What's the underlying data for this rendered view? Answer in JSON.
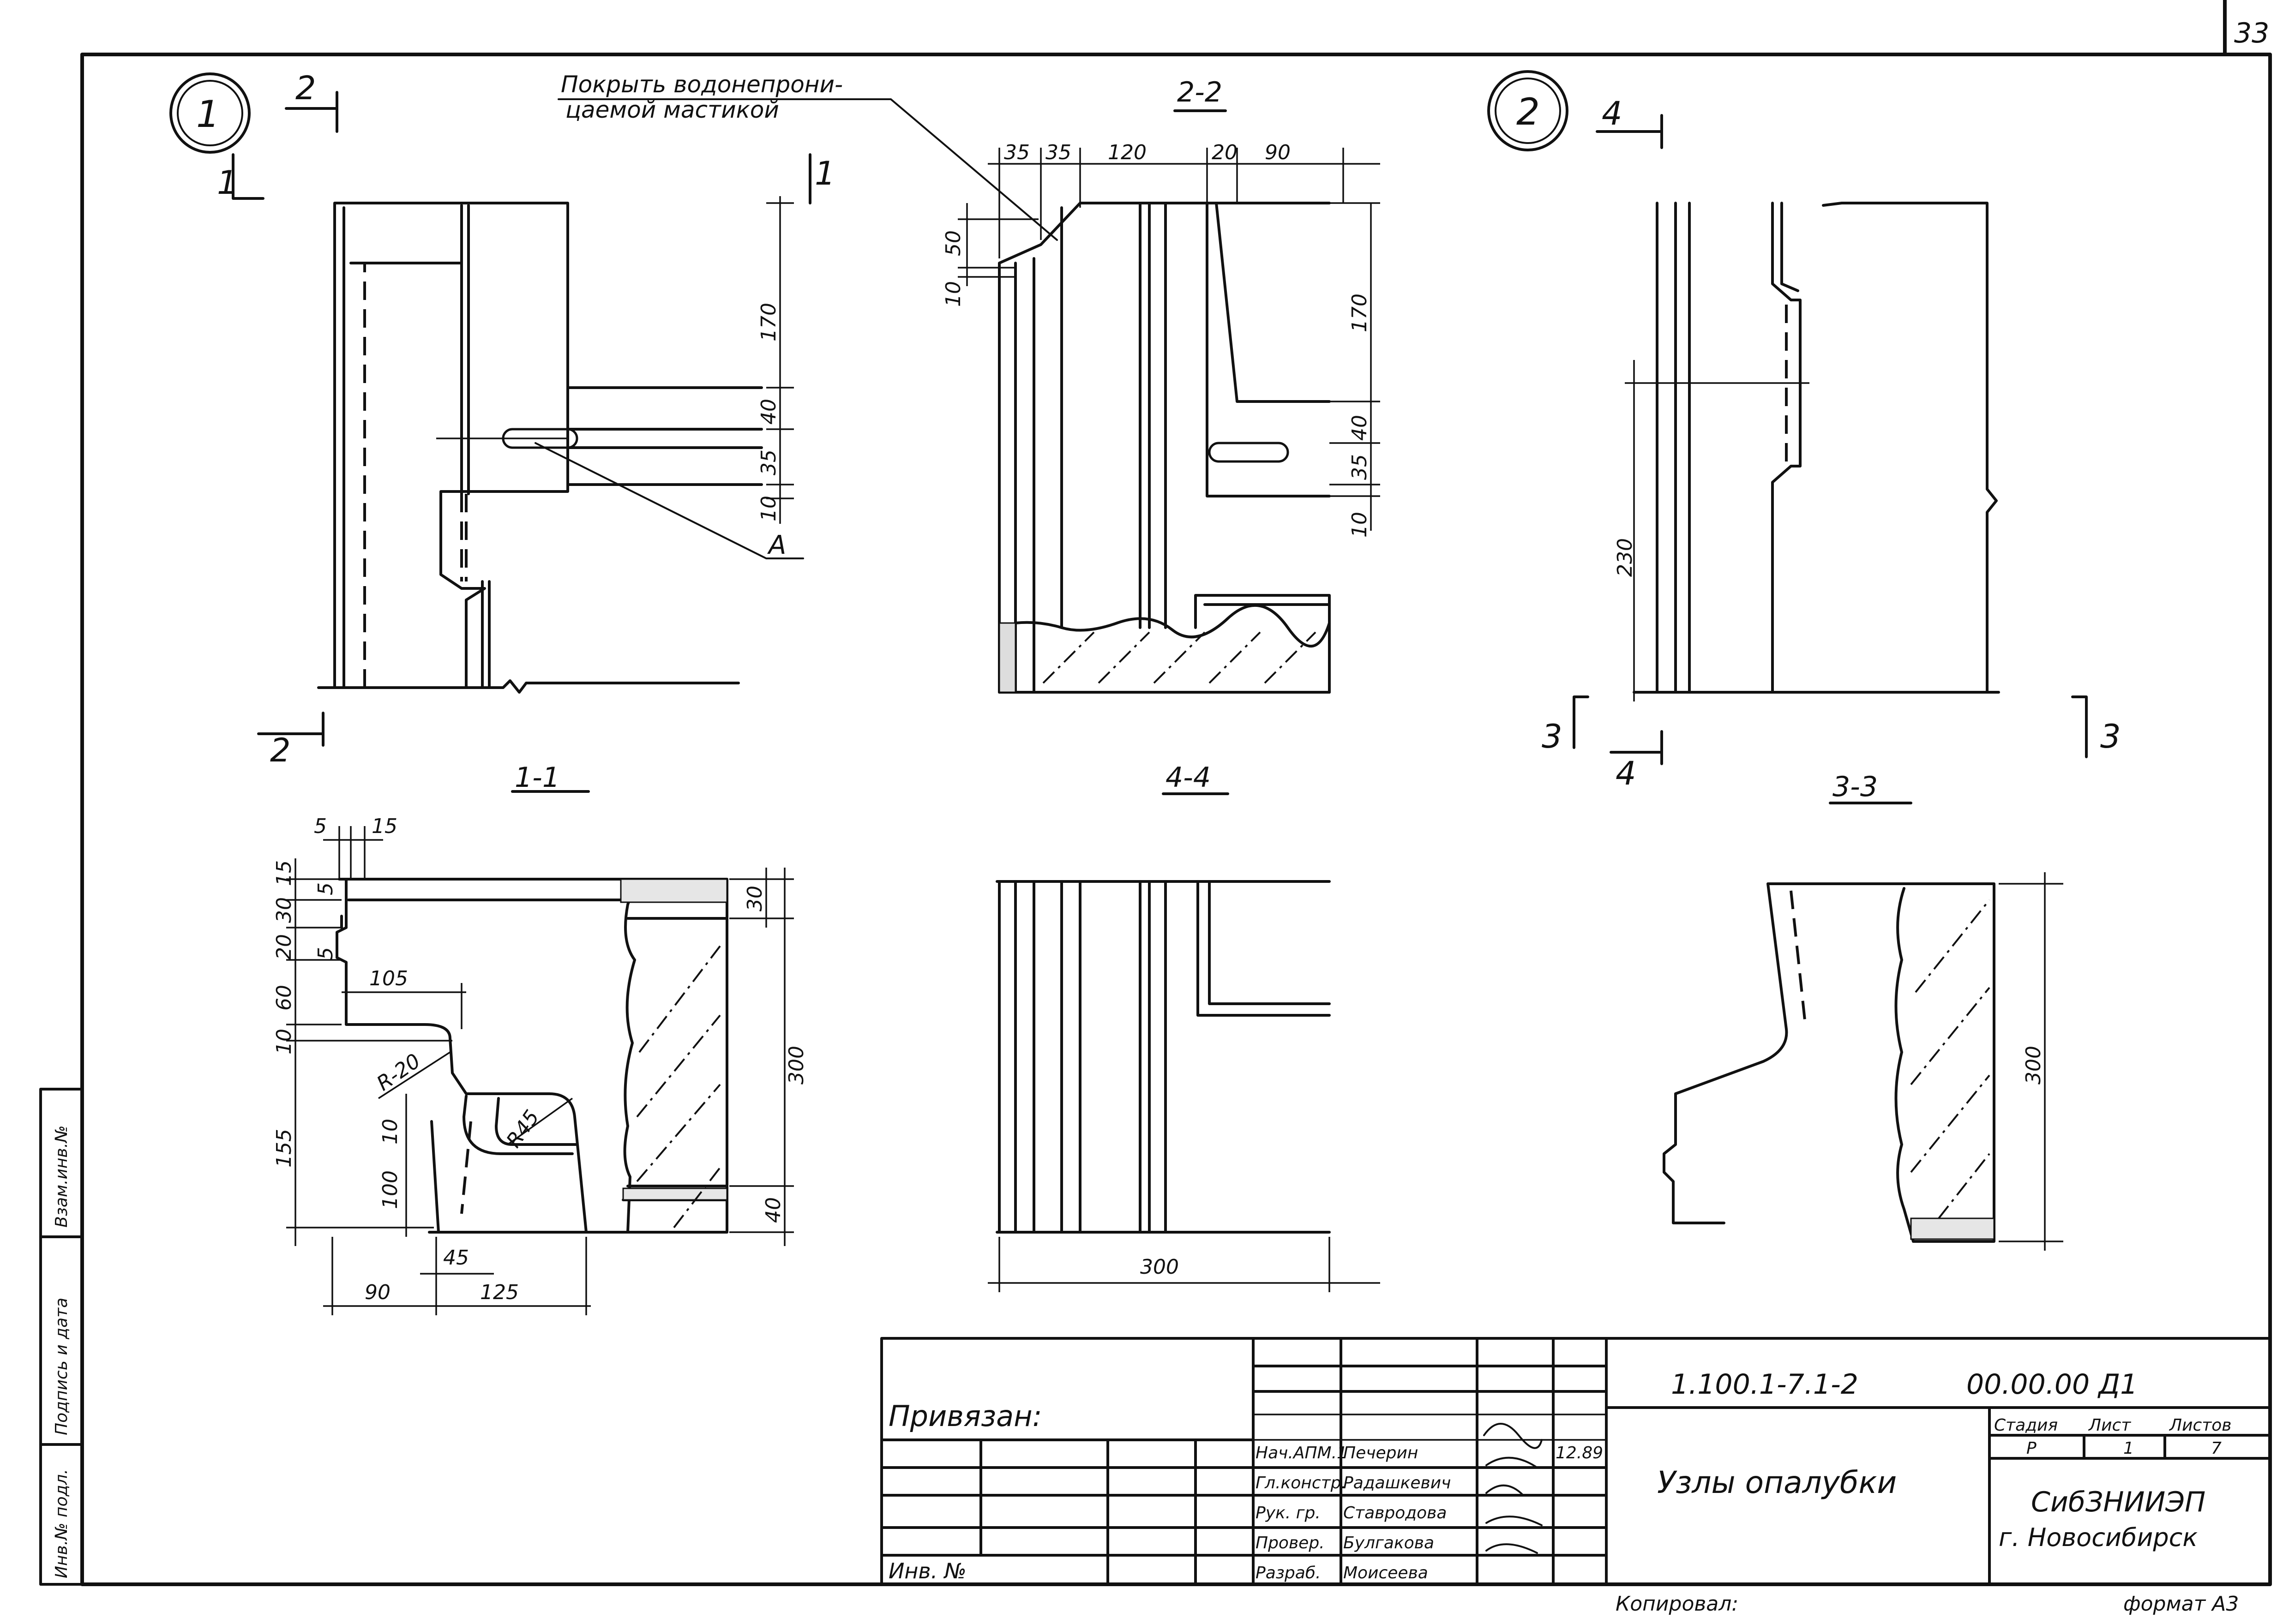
{
  "page": {
    "sheet_number": "33",
    "format_label": "формат А3",
    "copied_label": "Копировал:"
  },
  "views": {
    "node1_marker": "1",
    "node2_marker": "2",
    "section_1_1": "1-1",
    "section_2_2": "2-2",
    "section_3_3": "3-3",
    "section_4_4": "4-4",
    "cut_1": "1",
    "cut_2": "2",
    "cut_3": "3",
    "cut_4": "4"
  },
  "annotations": {
    "note_line1": "Покрыть водонепрони-",
    "note_line2": "цаемой мастикой",
    "leader_a": "A"
  },
  "dims": {
    "node1_v": [
      "170",
      "40",
      "35",
      "10"
    ],
    "sec22_top": [
      "35",
      "35",
      "120",
      "20",
      "90"
    ],
    "sec22_left": [
      "50",
      "10"
    ],
    "sec22_right": [
      "170",
      "40",
      "35",
      "10"
    ],
    "node2_v": "230",
    "sec11_left": [
      "15",
      "5",
      "30",
      "20",
      "5",
      "60",
      "10",
      "155",
      "10",
      "100"
    ],
    "sec11_top": [
      "5",
      "15"
    ],
    "sec11_inner": [
      "105",
      "R-20",
      "R45",
      "45"
    ],
    "sec11_bottom": [
      "90",
      "125"
    ],
    "sec11_right": [
      "30",
      "300",
      "40"
    ],
    "sec44_bottom": "300",
    "sec33_right": "300"
  },
  "left_strip": [
    "Инв.№ подл.",
    "Подпись и дата",
    "Взам.инв.№"
  ],
  "title_block": {
    "bound_label": "Привязан:",
    "inv_label": "Инв. №",
    "roles": [
      "Нач.АПМ.1",
      "Гл.констр.",
      "Рук. гр.",
      "Провер.",
      "Разраб."
    ],
    "names": [
      "Печерин",
      "Радашкевич",
      "Ставродова",
      "Булгакова",
      "Моисеева"
    ],
    "date": "12.89",
    "doc_code": "1.100.1-7.1-2",
    "doc_suffix": "00.00.00 Д1",
    "title": "Узлы опалубки",
    "col_stage": "Стадия",
    "col_sheet": "Лист",
    "col_sheets": "Листов",
    "stage": "Р",
    "sheet": "1",
    "sheets": "7",
    "org": "СибЗНИИЭП",
    "city": "г. Новосибирск"
  }
}
